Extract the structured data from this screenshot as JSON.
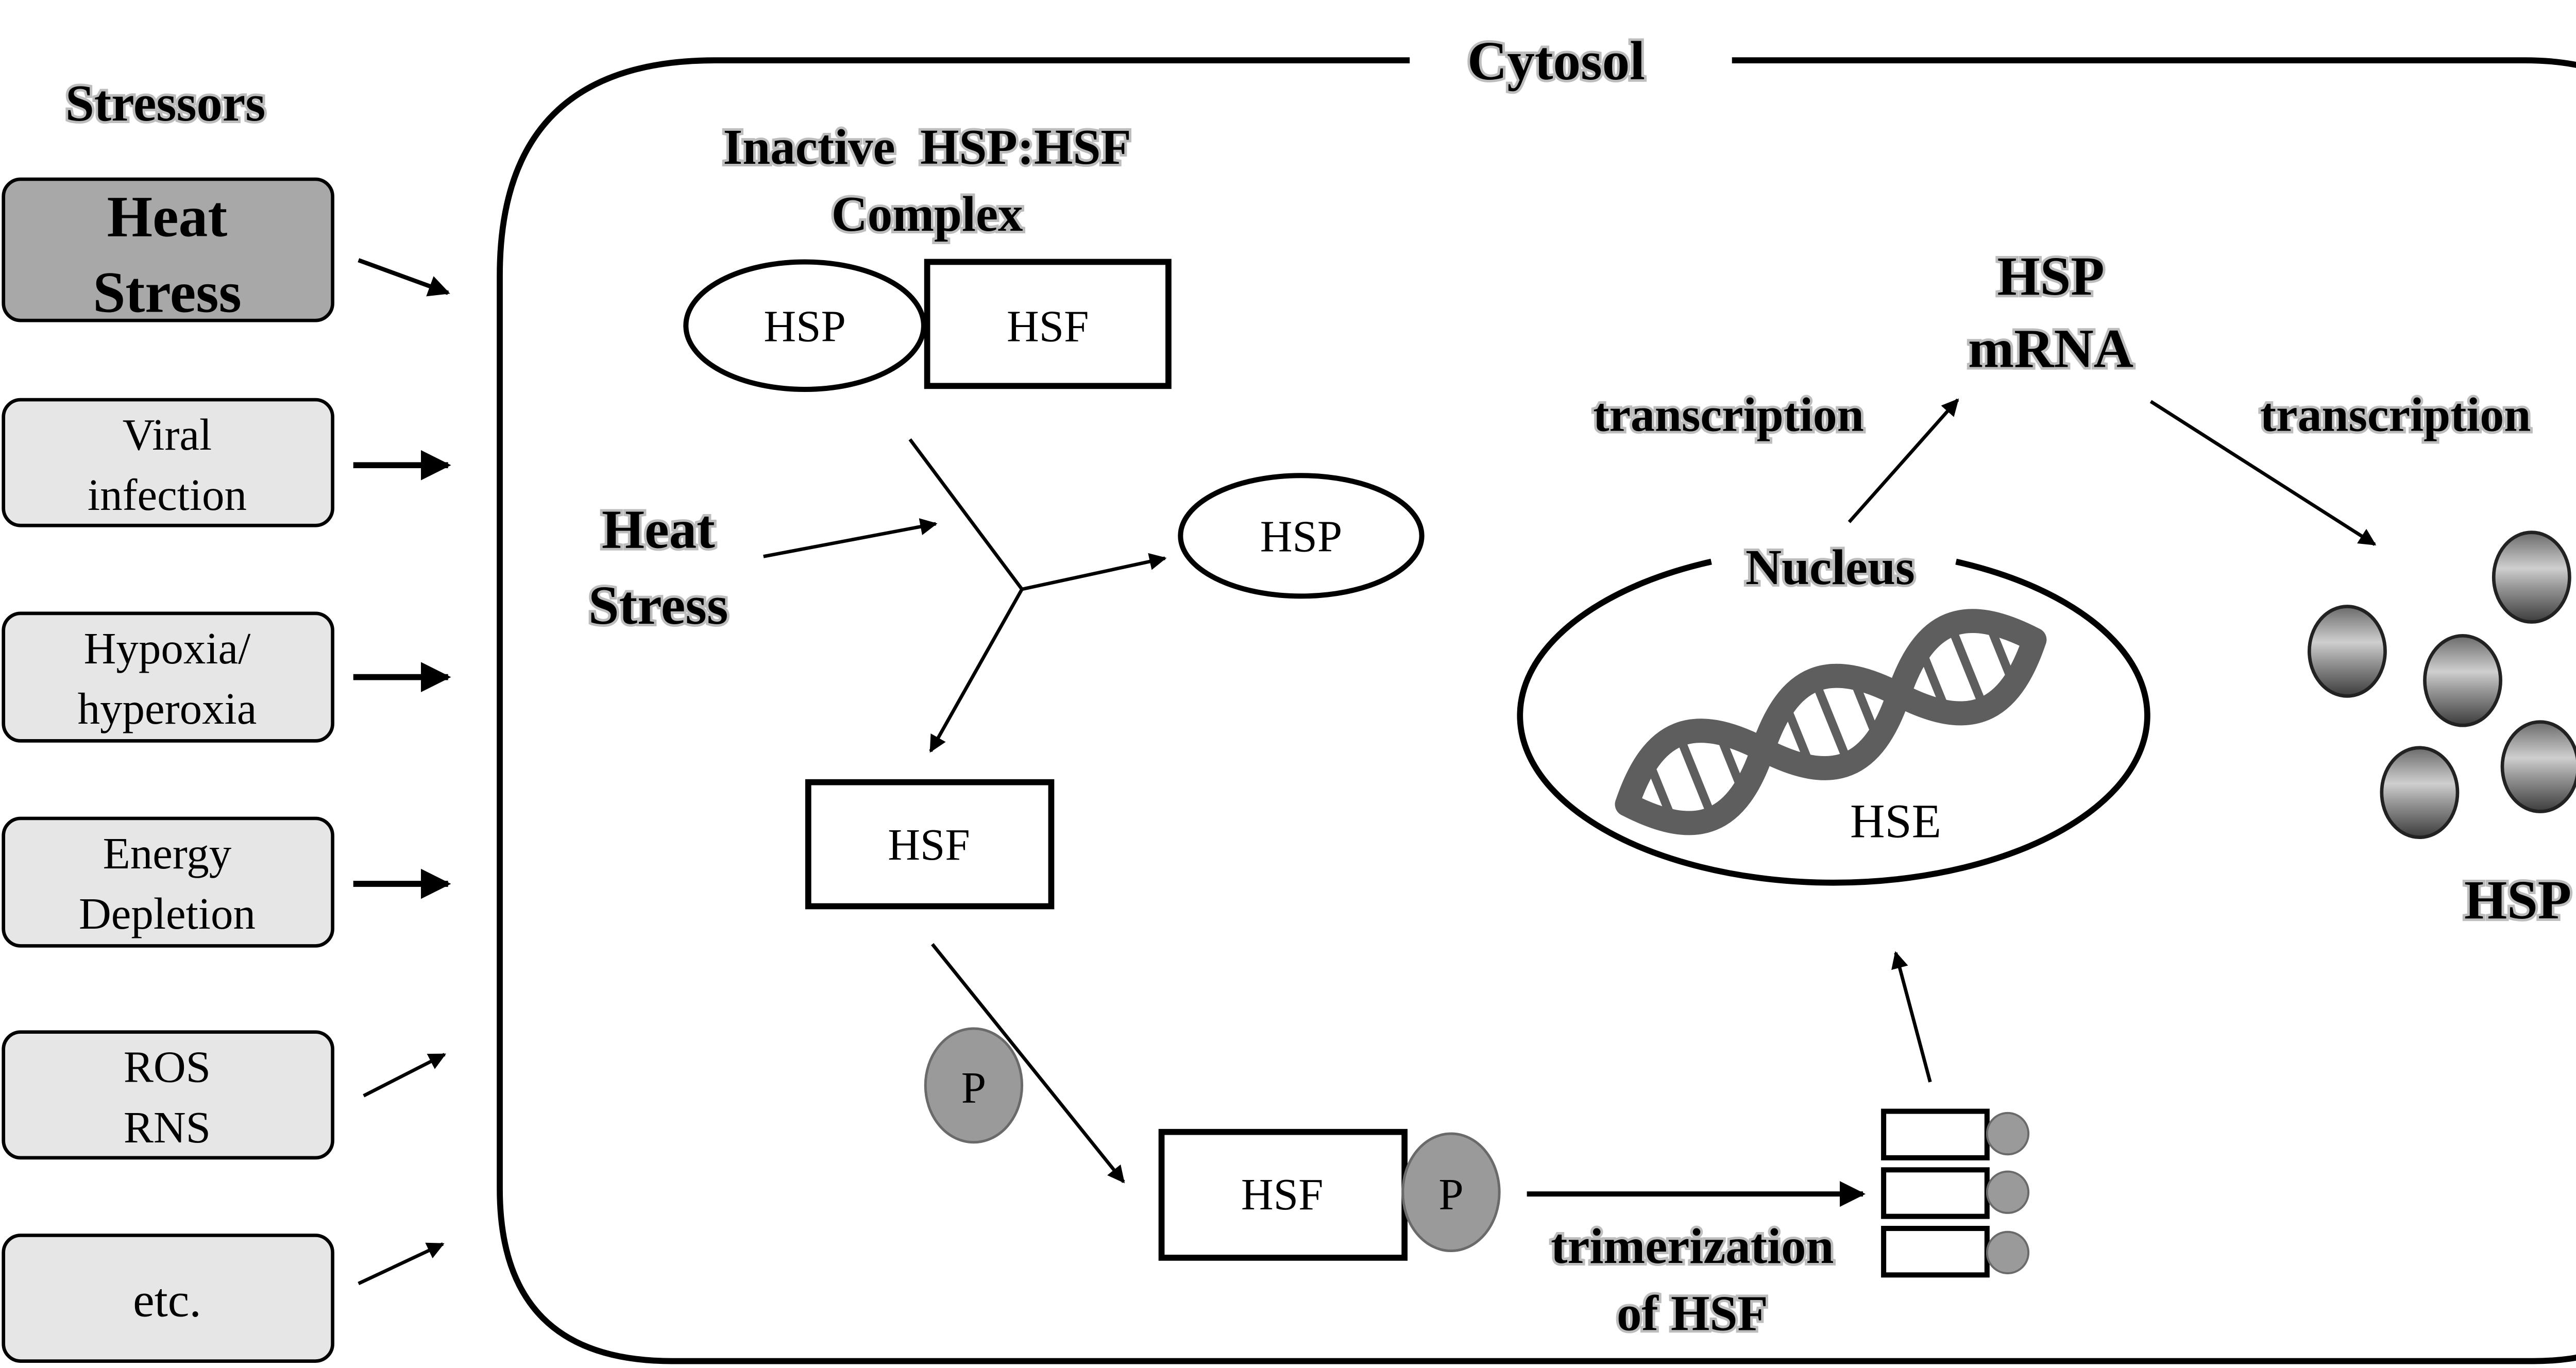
{
  "stressors": {
    "title": "Stressors",
    "items": [
      {
        "line1": "Heat",
        "line2": "Stress"
      },
      {
        "line1": "Viral",
        "line2": "infection"
      },
      {
        "line1": "Hypoxia/",
        "line2": "hyperoxia"
      },
      {
        "line1": "Energy",
        "line2": "Depletion"
      },
      {
        "line1": "ROS",
        "line2": "RNS"
      },
      {
        "line1": "etc.",
        "line2": ""
      }
    ]
  },
  "cytosol": {
    "label": "Cytosol"
  },
  "complex": {
    "title_line1": "Inactive  HSP:HSF",
    "title_line2": "Complex",
    "hsp": "HSP",
    "hsf": "HSF"
  },
  "heat_stress": {
    "line1": "Heat",
    "line2": "Stress"
  },
  "free_hsp": "HSP",
  "free_hsf": "HSF",
  "phosphate": "P",
  "phospho_hsf": {
    "hsf": "HSF",
    "p": "P"
  },
  "trimerization": {
    "line1": "trimerization",
    "line2": "of HSF"
  },
  "nucleus": {
    "label": "Nucleus",
    "hse": "HSE"
  },
  "mrna": {
    "line1": "HSP",
    "line2": "mRNA"
  },
  "transcription_left": "transcription",
  "transcription_right": "transcription",
  "hsp_products": "HSP",
  "colors": {
    "heat_box": "#a8a8a8",
    "stressor_box": "#e6e6e6",
    "phosphate": "#9a9a9a",
    "dna": "#5e5e5e"
  }
}
